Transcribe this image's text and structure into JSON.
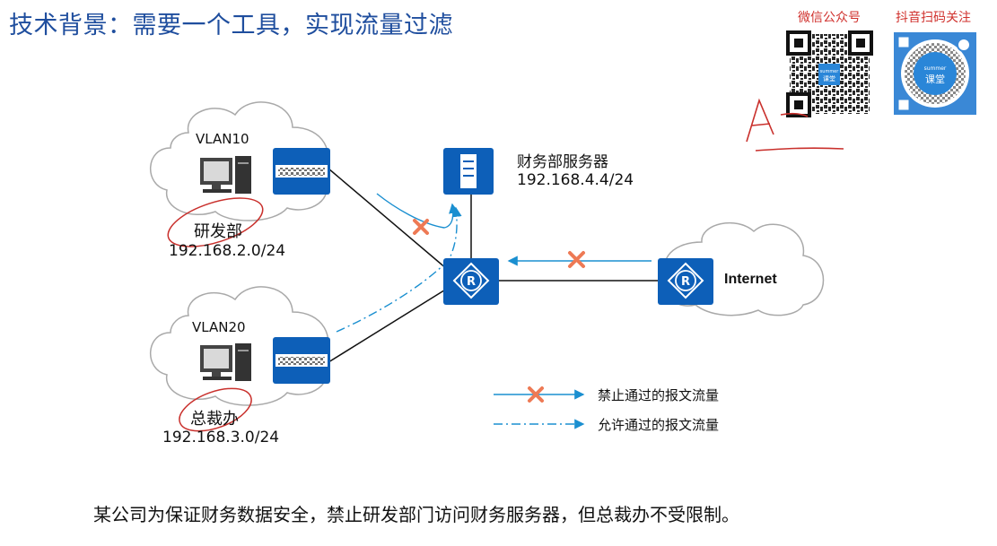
{
  "title": "技术背景：需要一个工具，实现流量过滤",
  "qr": {
    "wechat_label": "微信公众号",
    "douyin_label": "抖音扫码关注",
    "logo_top": "summer",
    "logo_bottom": "课堂"
  },
  "nodes": {
    "vlan10": {
      "label": "VLAN10",
      "dept": "研发部",
      "subnet": "192.168.2.0/24"
    },
    "vlan20": {
      "label": "VLAN20",
      "dept": "总裁办",
      "subnet": "192.168.3.0/24"
    },
    "server": {
      "name": "财务部服务器",
      "ip": "192.168.4.4/24"
    },
    "internet": {
      "label": "Internet"
    },
    "router_symbol": "R"
  },
  "legend": {
    "deny": "禁止通过的报文流量",
    "allow": "允许通过的报文流量"
  },
  "caption": "某公司为保证财务数据安全，禁止研发部门访问财务服务器，但总裁办不受限制。",
  "colors": {
    "title": "#1f4e9e",
    "device": "#0d5fb8",
    "flow": "#1a8fd0",
    "cross": "#ee7a55",
    "annotation": "#c9302c"
  }
}
